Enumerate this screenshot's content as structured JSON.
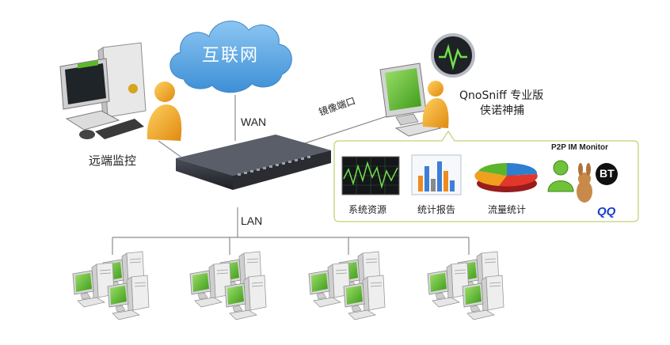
{
  "cloud": {
    "label": "互联网"
  },
  "links": {
    "wan": "WAN",
    "lan": "LAN",
    "mirror_port": "镜像端口"
  },
  "remote_monitor": {
    "label": "远端监控"
  },
  "product": {
    "name": "QnoSniff 专业版",
    "subtitle": "侠诺神捕"
  },
  "features": {
    "items": [
      {
        "label": "系统资源",
        "icon": "system-resources-icon"
      },
      {
        "label": "统计报告",
        "icon": "statistics-report-icon"
      },
      {
        "label": "流量统计",
        "icon": "traffic-pie-icon"
      }
    ],
    "p2p_im": {
      "title": "P2P IM Monitor",
      "bt": "BT",
      "qq": "QQ"
    }
  },
  "lan_groups": {
    "count": 4
  },
  "colors": {
    "cloud": "#4f9fe0",
    "screen": "#5cb82a",
    "person": "#f2a21c",
    "callout_border": "#c8dc88",
    "switch": "#2c2f36"
  }
}
